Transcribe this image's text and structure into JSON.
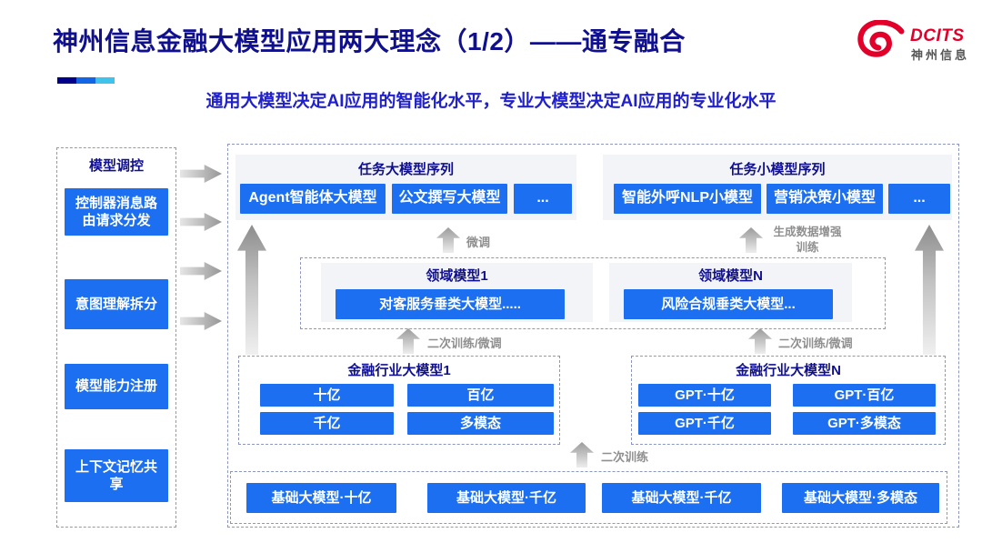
{
  "page": {
    "title": "神州信息金融大模型应用两大理念（1/2）——通专融合",
    "subtitle": "通用大模型决定AI应用的智能化水平，专业大模型决定AI应用的专业化水平"
  },
  "logo": {
    "brand": "DCITS",
    "brand_cn": "神州信息"
  },
  "colors": {
    "accent_blue": "#1b6ff0",
    "title_navy": "#10108e",
    "subtitle_blue": "#2121cc",
    "logo_red": "#e2002b",
    "bar_navy": "#00008b",
    "bar_blue": "#1266e6",
    "bar_cyan": "#3fc3ea",
    "flow_gray": "#8f8f8f"
  },
  "sidebar": {
    "header": "模型调控",
    "items": [
      "控制器消息路由请求分发",
      "意图理解拆分",
      "模型能力注册",
      "上下文记忆共享"
    ]
  },
  "flow_labels": {
    "finetune": "微调",
    "gen_data_training": "生成数据增强训练",
    "retrain_finetune_left": "二次训练/微调",
    "retrain_finetune_right": "二次训练/微调",
    "retrain": "二次训练"
  },
  "task_large": {
    "title": "任务大模型序列",
    "items": [
      "Agent智能体大模型",
      "公文撰写大模型",
      "..."
    ]
  },
  "task_small": {
    "title": "任务小模型序列",
    "items": [
      "智能外呼NLP小模型",
      "营销决策小模型",
      "..."
    ]
  },
  "domain": {
    "group1": {
      "title": "领域模型1",
      "item": "对客服务垂类大模型....."
    },
    "groupN": {
      "title": "领域模型N",
      "item": "风险合规垂类大模型..."
    }
  },
  "industry": {
    "group1": {
      "title": "金融行业大模型1",
      "items": [
        "十亿",
        "百亿",
        "千亿",
        "多模态"
      ]
    },
    "groupN": {
      "title": "金融行业大模型N",
      "items": [
        "GPT·十亿",
        "GPT·百亿",
        "GPT·千亿",
        "GPT·多模态"
      ]
    }
  },
  "base_models": {
    "items": [
      "基础大模型·十亿",
      "基础大模型·千亿",
      "基础大模型·千亿",
      "基础大模型·多模态"
    ]
  }
}
